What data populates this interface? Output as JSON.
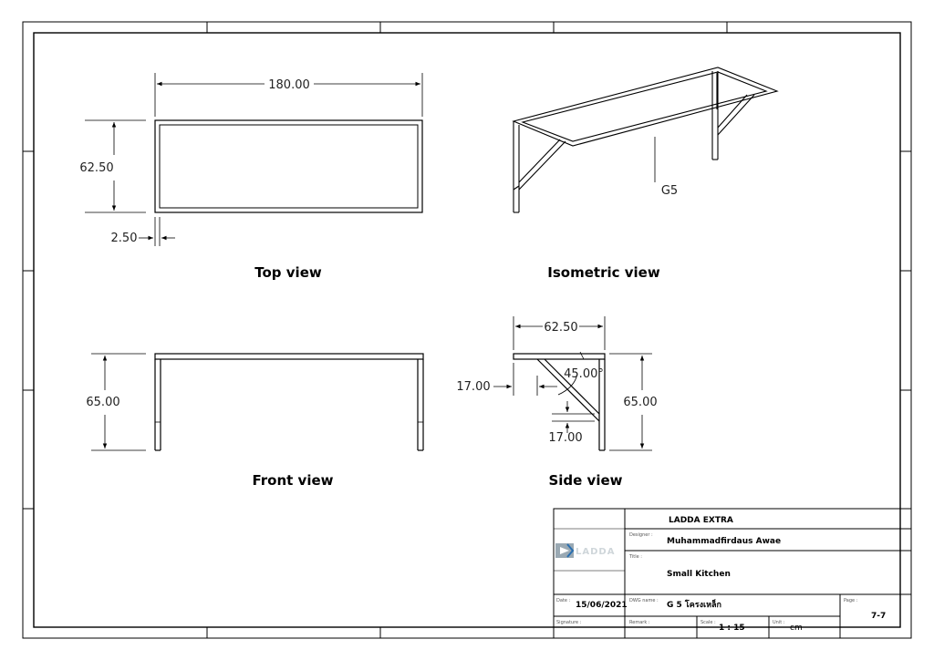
{
  "views": {
    "top": "Top view",
    "isometric": "Isometric view",
    "front": "Front view",
    "side": "Side view"
  },
  "dimensions": {
    "top_width": "180.00",
    "top_depth": "62.50",
    "top_thickness": "2.50",
    "front_height": "65.00",
    "side_width": "62.50",
    "side_angle": "45.00°",
    "side_offset_h": "17.00",
    "side_offset_v": "17.00",
    "side_height": "65.00"
  },
  "isometric_label": "G5",
  "title_block": {
    "company": "LADDA EXTRA",
    "logo_text": "LADDA",
    "designer_label": "Designer :",
    "designer": "Muhammadfirdaus Awae",
    "title_label": "Title :",
    "title": "Small Kitchen",
    "date_label": "Date :",
    "date": "15/06/2021",
    "dwg_label": "DWG name :",
    "dwg_name": "G 5 โครงเหล็ก",
    "page_label": "Page :",
    "page": "7-7",
    "signature_label": "Signature :",
    "remark_label": "Remark :",
    "scale_label": "Scale :",
    "scale": "1 : 15",
    "unit_label": "Unit :",
    "unit": "cm"
  },
  "colors": {
    "line": "#000000",
    "logo_accent": "#2a6fb0"
  }
}
